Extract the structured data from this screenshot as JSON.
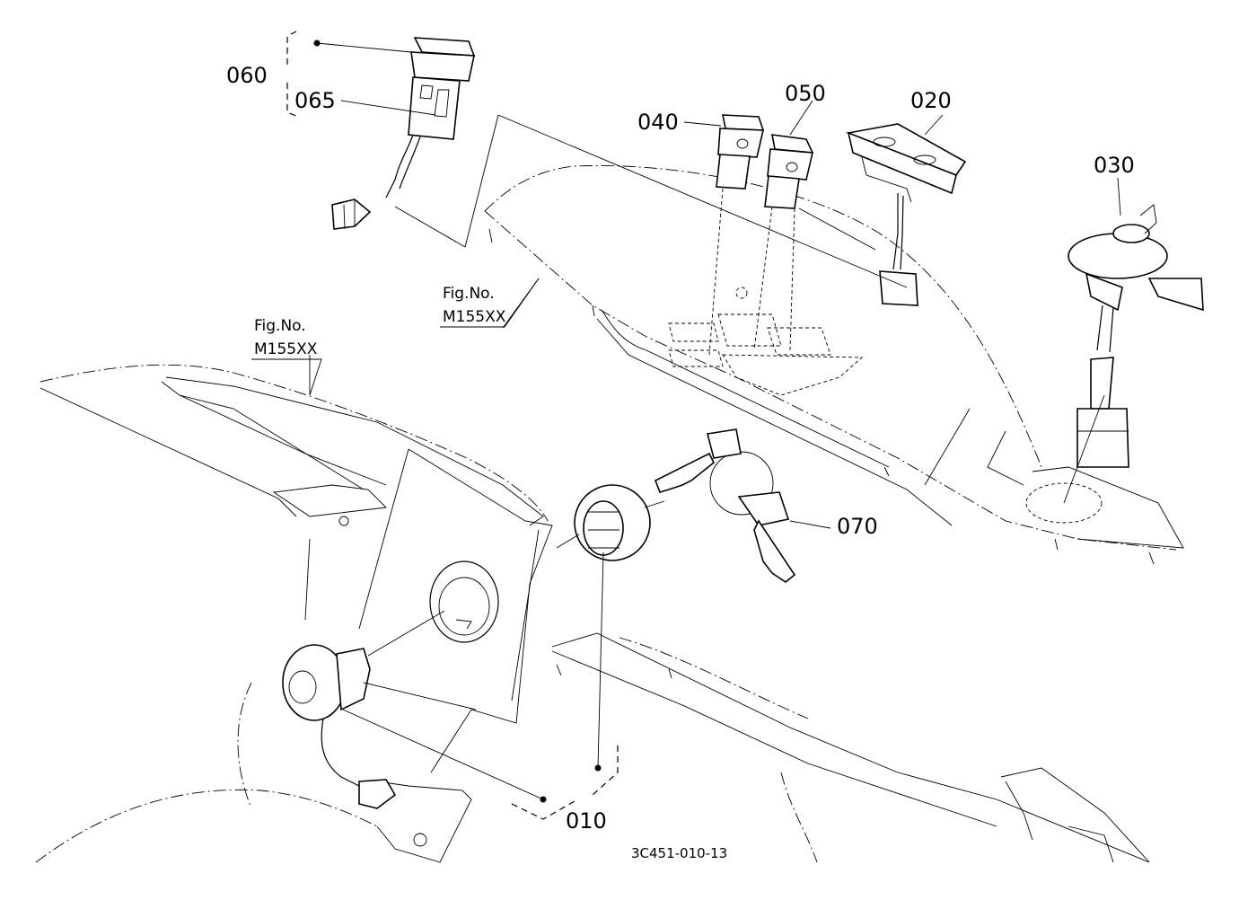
{
  "diagram": {
    "parts": [
      {
        "id": "p010",
        "callout": "010"
      },
      {
        "id": "p020",
        "callout": "020"
      },
      {
        "id": "p030",
        "callout": "030"
      },
      {
        "id": "p040",
        "callout": "040"
      },
      {
        "id": "p050",
        "callout": "050"
      },
      {
        "id": "p060",
        "callout": "060"
      },
      {
        "id": "p065",
        "callout": "065"
      },
      {
        "id": "p070",
        "callout": "070"
      }
    ],
    "figure_references": [
      {
        "line1": "Fig.No.",
        "line2": "M155XX"
      },
      {
        "line1": "Fig.No.",
        "line2": "M155XX"
      }
    ],
    "drawing_number": "3C451-010-13"
  }
}
